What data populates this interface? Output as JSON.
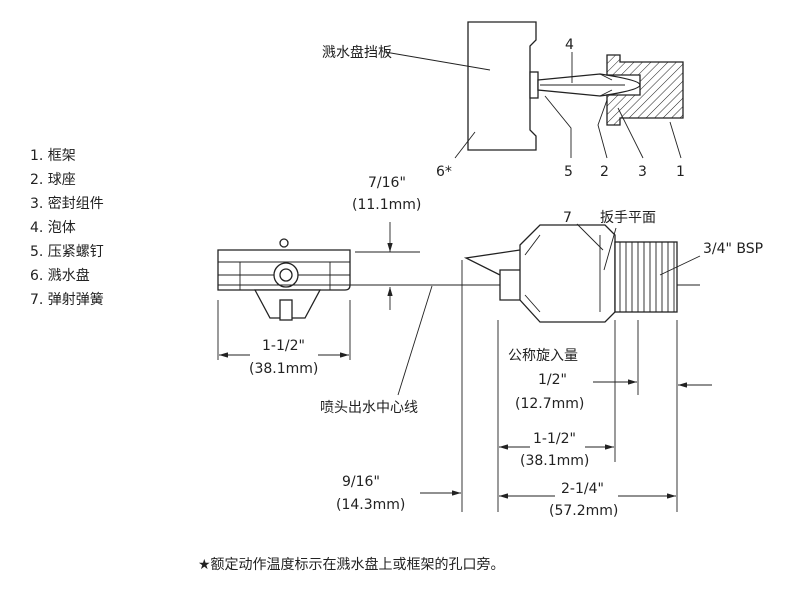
{
  "legend": {
    "items": [
      "1. 框架",
      "2. 球座",
      "3. 密封组件",
      "4. 泡体",
      "5. 压紧螺钉",
      "6. 溅水盘",
      "7. 弹射弹簧"
    ]
  },
  "top_view": {
    "deflector_label": "溅水盘挡板",
    "callouts": {
      "c4": "4",
      "c5": "5",
      "c2": "2",
      "c3": "3",
      "c1": "1",
      "c6": "6*"
    }
  },
  "dimensions": {
    "d7_16_in": "7/16\"",
    "d7_16_mm": "(11.1mm)",
    "width_in": "1-1/2\"",
    "width_mm": "(38.1mm)",
    "centerline_label": "喷头出水中心线",
    "d9_16_in": "9/16\"",
    "d9_16_mm": "(14.3mm)",
    "callout_7": "7",
    "wrench_flat": "扳手平面",
    "thread": "3/4\" BSP",
    "engagement_label": "公称旋入量",
    "engagement_in": "1/2\"",
    "engagement_mm": "(12.7mm)",
    "body_in": "1-1/2\"",
    "body_mm": "(38.1mm)",
    "overall_in": "2-1/4\"",
    "overall_mm": "(57.2mm)"
  },
  "footnote": "★额定动作温度标示在溅水盘上或框架的孔口旁。"
}
